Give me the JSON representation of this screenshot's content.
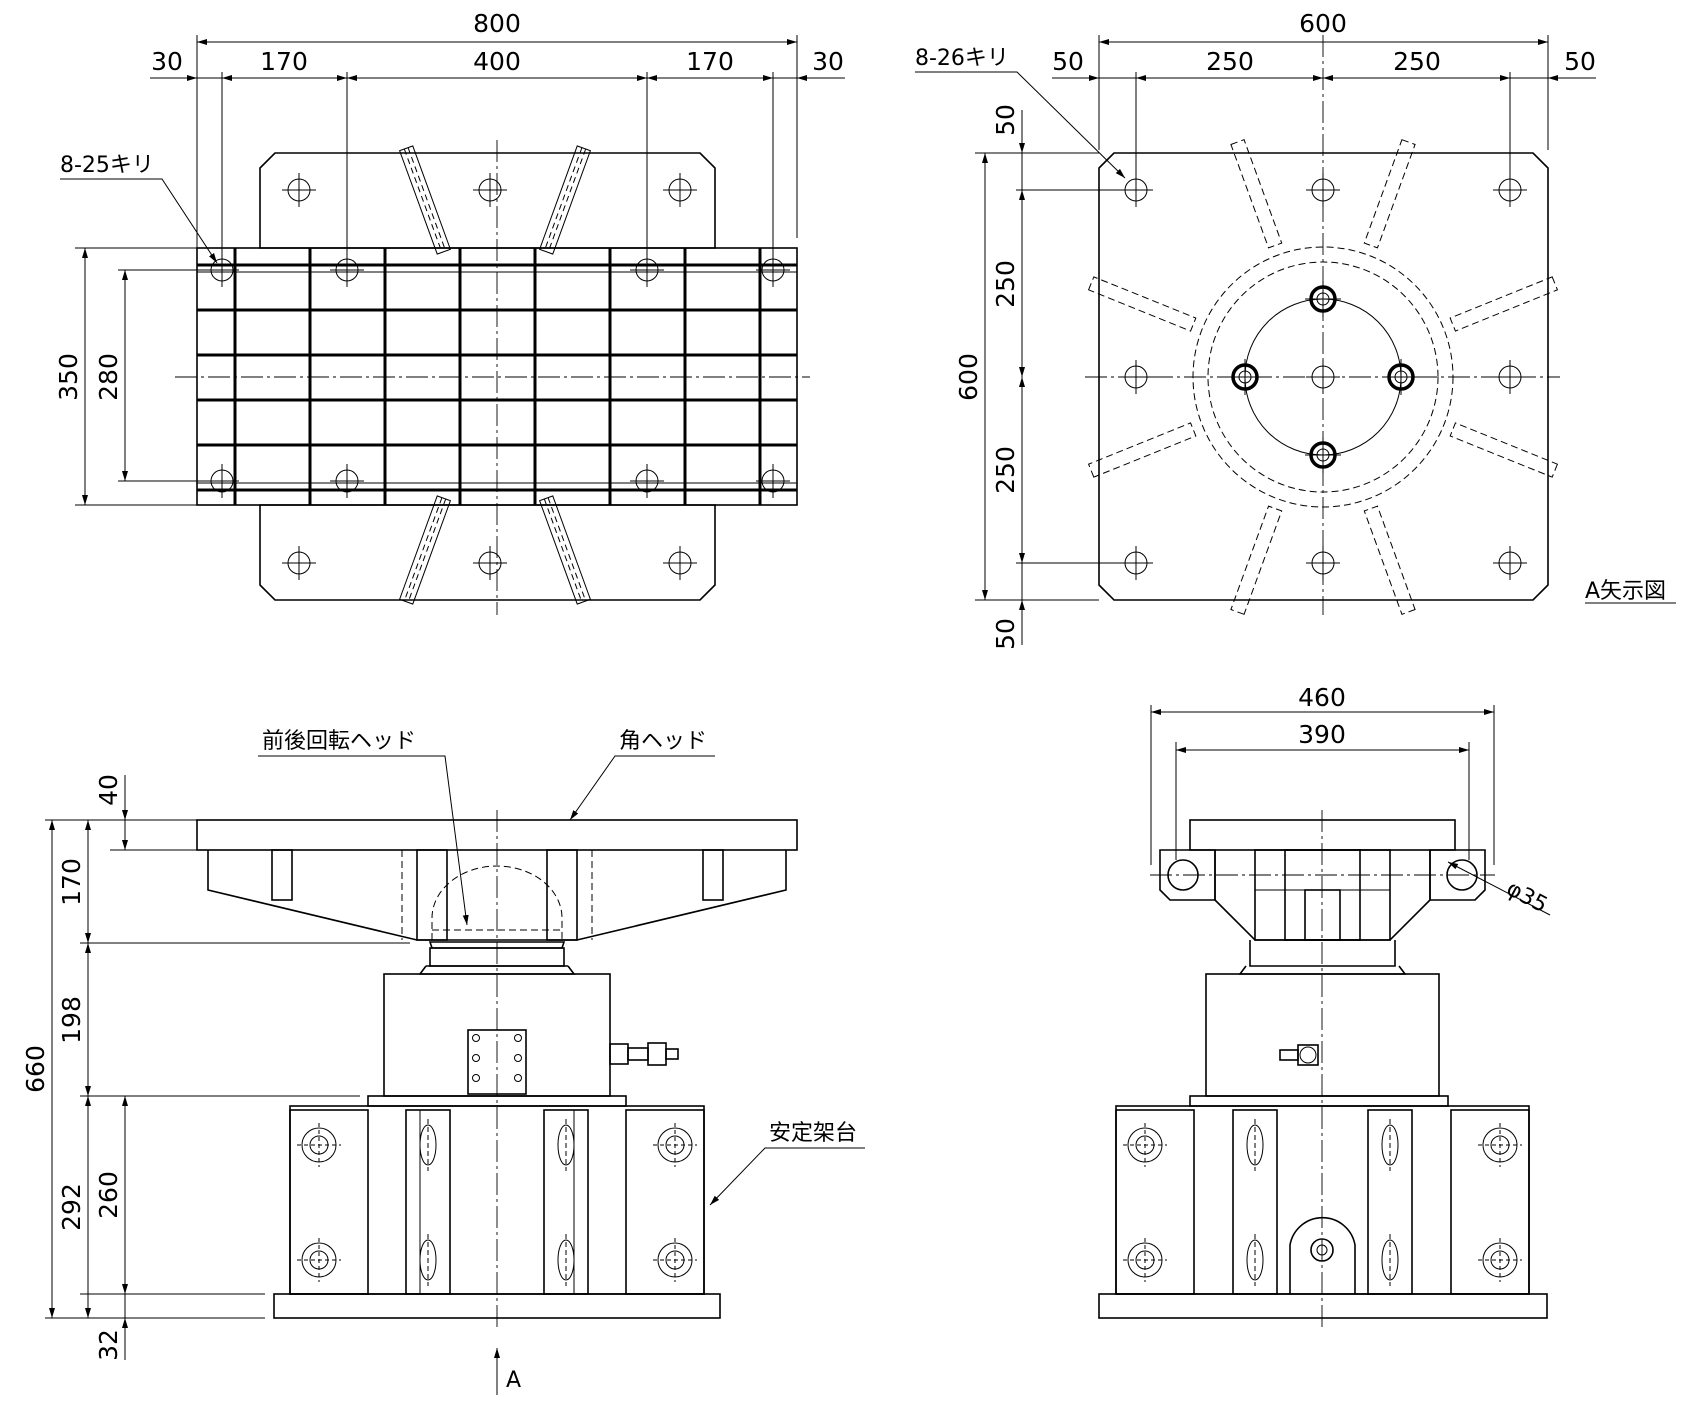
{
  "views": {
    "top_view": {
      "dims": {
        "overall": "800",
        "edge_left": "30",
        "pitch_left": "170",
        "center": "400",
        "pitch_right": "170",
        "edge_right": "30",
        "height_outer": "350",
        "height_inner": "280"
      },
      "hole_note": "8-25キリ"
    },
    "arrow_view": {
      "dims": {
        "overall": "600",
        "edge_left": "50",
        "pitch_left": "250",
        "pitch_right": "250",
        "edge_right": "50",
        "v_top": "50",
        "v_pitch_top": "250",
        "v_overall": "600",
        "v_pitch_bottom": "250",
        "v_bottom": "50"
      },
      "hole_note": "8-26キリ",
      "title": "A矢示図"
    },
    "front_view": {
      "dims": {
        "plate": "40",
        "head": "170",
        "cylinder": "198",
        "total": "660",
        "stand": "292",
        "stand_inner": "260",
        "base": "32"
      },
      "labels": {
        "rotating_head": "前後回転ヘッド",
        "square_head": "角ヘッド",
        "stand": "安定架台",
        "view_arrow": "A"
      }
    },
    "side_view": {
      "dims": {
        "outer": "460",
        "inner": "390",
        "hole_dia": "φ35"
      }
    }
  },
  "colors": {
    "line": "#000000",
    "background": "#ffffff"
  }
}
